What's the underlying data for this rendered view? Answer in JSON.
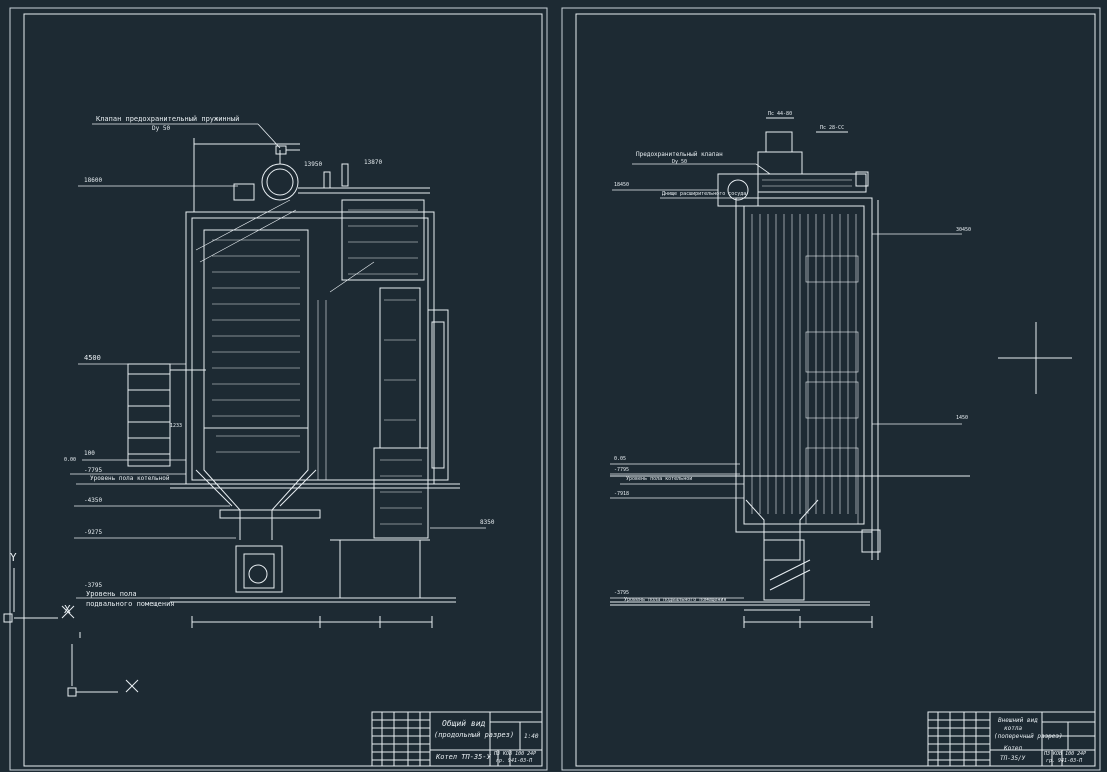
{
  "sheet1": {
    "callout_valve": "Клапан предохранительный пружинный",
    "callout_dy": "Dy 50",
    "elev_top": "18600",
    "elev_drum_a": "13950",
    "elev_drum_b": "13870",
    "elev_4500": "4500",
    "elev_100": "100",
    "elev_000": "0.00",
    "elev_m7795": "-7795",
    "label_boiler_floor": "Уровень пола котельной",
    "elev_m4350": "-4350",
    "elev_m9275": "-9275",
    "elev_m3795": "-3795",
    "label_basement_1": "Уровень пола",
    "label_basement_2": "подвального помещения",
    "elev_8350": "8350",
    "elev_1233": "1233",
    "title_1": "Общий вид",
    "title_2": "(продольный разрез)",
    "title_3": "Котел ТП-35-У",
    "scale": "1:40",
    "code_1": "ПЗ КОВ 100 24Р",
    "code_2": "гр. 941-03-П"
  },
  "sheet2": {
    "label_ps_a": "Пс 44-80",
    "label_ps_b": "Пс 28-СС",
    "callout_valve": "Предохранительный клапан",
    "callout_dy": "Dy 50",
    "elev_top": "18450",
    "label_drum": "Днище расширительного сосуда",
    "elev_right_top": "30450",
    "elev_right_mid": "1450",
    "elev_005": "0.05",
    "elev_m7795": "-7795",
    "label_boiler_floor": "Уровень пола котельной",
    "elev_m7918": "-7918",
    "elev_m3795": "-3795",
    "label_basement": "Уровень пола подвального помещения",
    "title_1": "Внешний вид",
    "title_2": "котла",
    "title_3": "(поперечный разрез)",
    "title_4": "Котел",
    "title_5": "ТП-35/У",
    "code_1": "ПЗ КОВ 100 24Р",
    "code_2": "гр. 941-03-П"
  },
  "ucs": {
    "axis_y": "Y",
    "axis_x": "X"
  },
  "colors": {
    "background": "#1d2a33",
    "lines": "#e8eef2",
    "frame": "#c9d2d8"
  }
}
